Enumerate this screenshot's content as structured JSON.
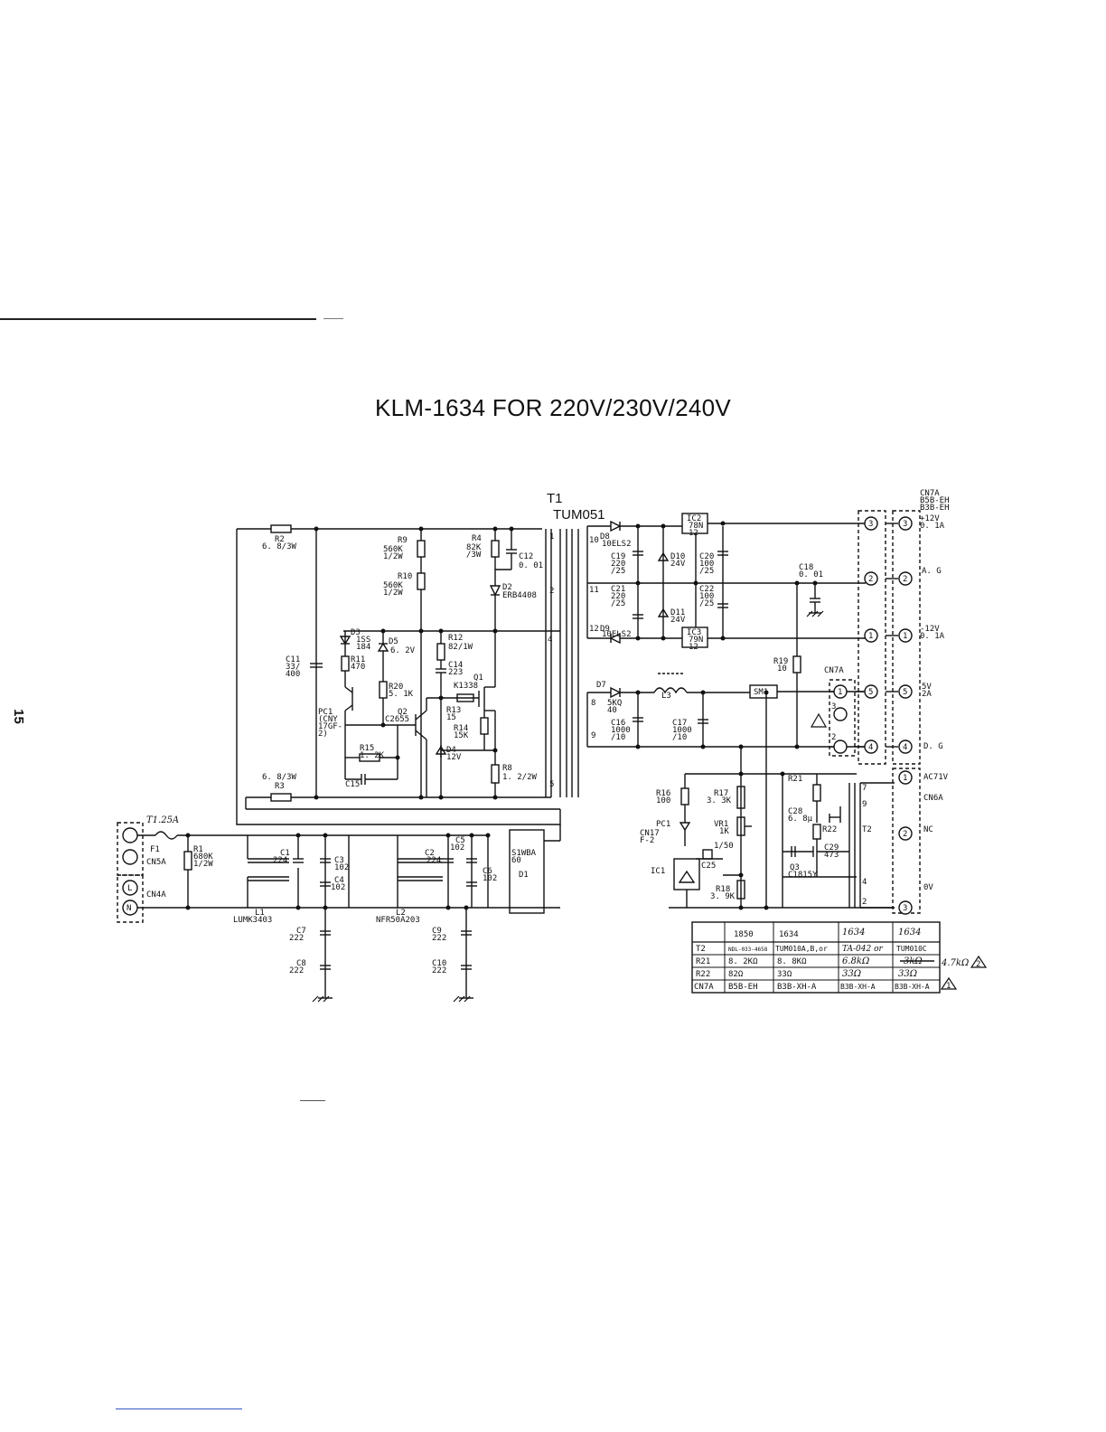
{
  "page": {
    "title": "KLM-1634 FOR 220V/230V/240V",
    "page_number": "15"
  },
  "transformer": {
    "ref": "T1",
    "part": "TUM051"
  },
  "labels": {
    "R2": "R2",
    "R2v": "6. 8/3W",
    "R3": "R3",
    "R3v": "6. 8/3W",
    "R9": "R9",
    "R9v": "560K\n1/2W",
    "R10": "R10",
    "R10v": "560K\n1/2W",
    "R4": "R4",
    "R4v": "82K\n/3W",
    "C12": "C12",
    "C12v": "0. 01",
    "D2": "D2",
    "D2v": "ERB4408",
    "R12": "R12",
    "R12v": "82/1W",
    "C14": "C14",
    "C14v": "223",
    "Q1": "Q1",
    "Q1v": "K1338",
    "R13": "R13",
    "R13v": "15",
    "R14": "R14",
    "R14v": "15K",
    "D4": "D4",
    "D4v": "12V",
    "R8": "R8",
    "R8v": "1. 2/2W",
    "D3": "D3",
    "D3v": "1SS\n184",
    "D5": "D5",
    "D5v": "6. 2V",
    "R11": "R11",
    "R11v": "470",
    "R20": "R20",
    "R20v": "5. 1K",
    "Q2": "Q2",
    "Q2v": "C2655",
    "PC1": "PC1",
    "PC1v": "(CNY\n17GF-\n2)",
    "R15": "R15",
    "R15v": "1. 2K",
    "C15": "C15",
    "C11": "C11",
    "C11v": "33/\n400",
    "D8": "D8",
    "D8v": "10ELS2",
    "C19": "C19",
    "C19v": "220\n/25",
    "D10": "D10",
    "D10v": "24V",
    "C20": "C20",
    "C20v": "100\n/25",
    "IC2": "IC2",
    "IC2v": "78N\n12",
    "C21": "C21",
    "C21v": "220\n/25",
    "C22": "C22",
    "C22v": "100\n/25",
    "D11": "D11",
    "D11v": "24V",
    "D9": "D9",
    "D9v": "10ELS2",
    "IC3": "IC3",
    "IC3v": "79N\n12",
    "C18": "C18",
    "C18v": "0. 01",
    "R19": "R19",
    "R19v": "10",
    "D7": "D7",
    "L3": "L3",
    "C16": "C16",
    "C16v": "1000\n/10",
    "C17": "C17",
    "C17v": "1000\n/10",
    "D6v": "5KQ\n40",
    "SM1": "SM1",
    "CN7A": "CN7A",
    "R16": "R16",
    "R16v": "100",
    "R17": "R17",
    "R17v": "3. 3K",
    "PC1b": "PC1",
    "CN17": "CN17\nF-2",
    "VR1": "VR1",
    "VR1v": "1K",
    "C25": "C25",
    "C25v": "1/50",
    "IC1": "IC1",
    "R18": "R18",
    "R18v": "3. 9K",
    "R21": "R21",
    "C28": "C28",
    "C28v": "6. 8μ",
    "R22": "R22",
    "C29": "C29",
    "C29v": "473",
    "Q3": "Q3",
    "Q3v": "C1815Y",
    "T2": "T2",
    "F1": "F1",
    "F1v": "T1.25A",
    "R1": "R1",
    "R1v": "680K\n1/2W",
    "CN5A": "CN5A",
    "CN4A": "CN4A",
    "L1": "L1",
    "L1v": "LUMK3403",
    "L2": "L2",
    "L2v": "NFR50A203",
    "C1": "C1",
    "C1v": "224",
    "C2": "C2",
    "C2v": "224",
    "C3": "C3",
    "C3v": "102",
    "C4": "C4",
    "C4v": "102",
    "C5": "C5",
    "C5v": "102",
    "C6": "C6",
    "C6v": "102",
    "C7": "C7",
    "C7v": "222",
    "C8": "C8",
    "C8v": "222",
    "C9": "C9",
    "C9v": "222",
    "C10": "C10",
    "C10v": "222",
    "D1": "D1",
    "D1v": "S1WBA\n60"
  },
  "pins": {
    "sec_8": "8",
    "sec_9": "9",
    "sec_10": "10",
    "sec_11": "11",
    "sec_12": "12",
    "pri_1": "1",
    "pri_4": "4",
    "pri_5": "5",
    "pri_2": "2",
    "t2_7": "7",
    "t2_9": "9",
    "t2_4": "4",
    "t2_2": "2",
    "cn7a_1": "1",
    "cn7a_2": "2",
    "cn7a_3": "3",
    "c3": "3",
    "c2": "2",
    "c1": "1",
    "c5": "5",
    "c4": "4"
  },
  "connector_top": {
    "header": "CN7A\nB5B-EH\nB3B-EH",
    "plus12": "+12V\n0. 1A",
    "ag": "A. G",
    "minus12": "-12V\n0. 1A",
    "plus5": "5V\n2A",
    "dg": "D. G"
  },
  "connector_bottom": {
    "ac71v": "AC71V",
    "cn6a": "CN6A",
    "nc": "NC",
    "ov": "0V"
  },
  "variant_table": {
    "columns": [
      "",
      "1850",
      "1634",
      "1634",
      "1634"
    ],
    "rows": [
      [
        "T2",
        "NDL-033-4658",
        "TUM010A,B,or",
        "TA-042 or",
        "TUM010C"
      ],
      [
        "R21",
        "8. 2KΩ",
        "8. 8KΩ",
        "6.8kΩ",
        "3kΩ"
      ],
      [
        "R22",
        "82Ω",
        "33Ω",
        "33Ω",
        "33Ω"
      ],
      [
        "CN7A",
        "B5B-EH",
        "B3B-XH-A",
        "B3B-XH-A",
        "B3B-XH-A"
      ]
    ],
    "side_note": "4.7kΩ",
    "warn_2": "2",
    "warn_1": "1"
  }
}
